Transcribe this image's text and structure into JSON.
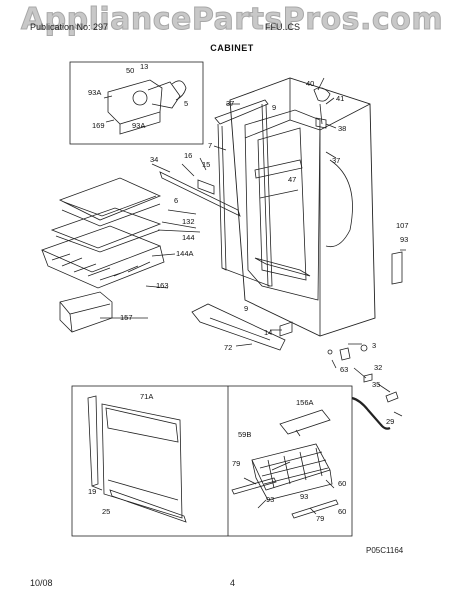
{
  "watermark": "AppliancePartsPros.com",
  "header": {
    "left": "Publication No: 297",
    "right": "FFU..CS",
    "section": "CABINET"
  },
  "footer": {
    "date": "10/08",
    "page": "4",
    "code": "P05C1164"
  },
  "parts": {
    "p50": "50",
    "p13": "13",
    "p93a1": "93A",
    "p5": "5",
    "p169": "169",
    "p93a2": "93A",
    "p40": "40",
    "p41": "41",
    "p38": "38",
    "p37a": "37",
    "p37b": "37",
    "p9a": "9",
    "p7": "7",
    "p16": "16",
    "p15": "15",
    "p47": "47",
    "p34": "34",
    "p6": "6",
    "p132": "132",
    "p144": "144",
    "p144a": "144A",
    "p163": "163",
    "p157": "157",
    "p9b": "9",
    "p107": "107",
    "p93b": "93",
    "p14": "14",
    "p72": "72",
    "p3": "3",
    "p63": "63",
    "p32": "32",
    "p35": "35",
    "p29": "29",
    "p71a": "71A",
    "p19": "19",
    "p25": "25",
    "p156a": "156A",
    "p59b": "59B",
    "p79a": "79",
    "p60a": "60",
    "p93c": "93",
    "p93d": "93",
    "p60b": "60",
    "p79b": "79"
  }
}
